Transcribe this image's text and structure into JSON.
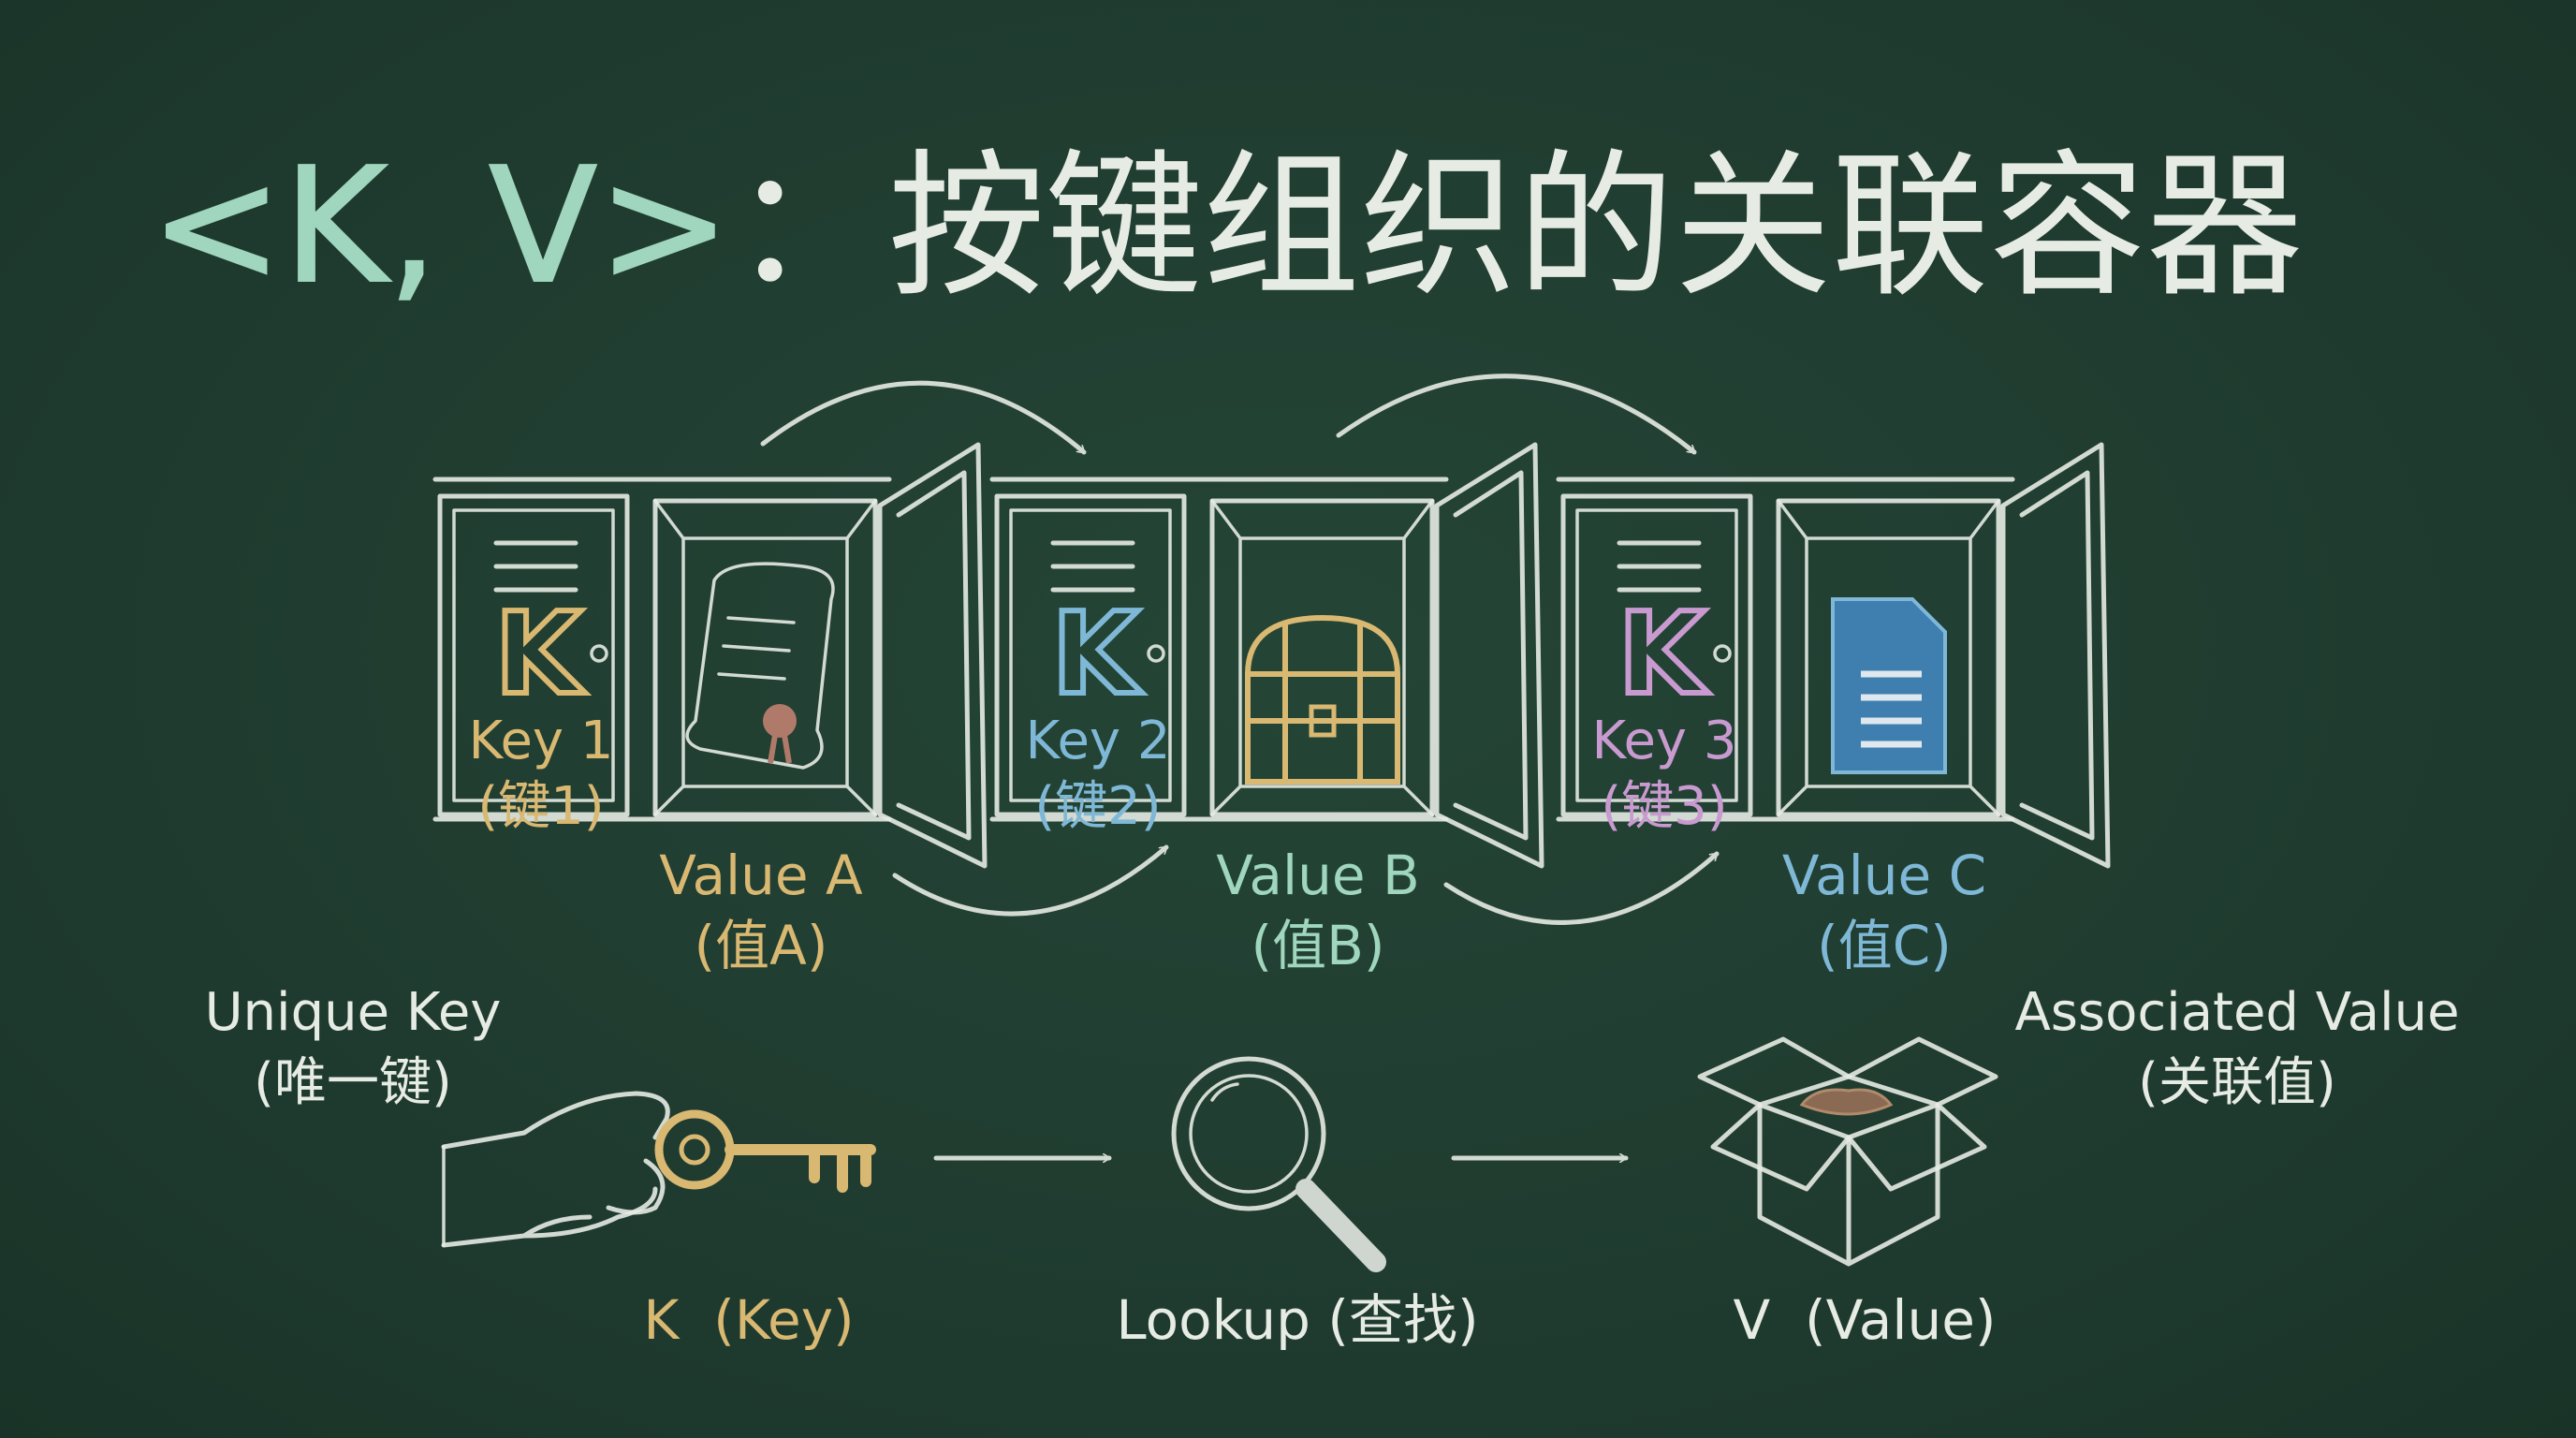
{
  "title": {
    "prefix": "<K, V>",
    "colon": "：",
    "main": "按键组织的关联容器"
  },
  "colors": {
    "background": "#1f3b2f",
    "chalk": "#e6ebe4",
    "mint": "#9fd6bd",
    "gold": "#d9b872",
    "blue": "#7fb8d6",
    "pink": "#c99ad0",
    "doc_blue": "#3f7fb0",
    "seal": "#b07a6a"
  },
  "lockers": [
    {
      "key_letter": "K",
      "key_label": "Key 1",
      "key_cn": "(键1)",
      "value_label": "Value A",
      "value_cn": "(值A)",
      "key_color": "#d9b872",
      "value_color": "#d9b872",
      "content_icon": "scroll-icon"
    },
    {
      "key_letter": "K",
      "key_label": "Key 2",
      "key_cn": "(键2)",
      "value_label": "Value B",
      "value_cn": "(值B)",
      "key_color": "#7fb8d6",
      "value_color": "#9fd6bd",
      "content_icon": "treasure-chest-icon"
    },
    {
      "key_letter": "K",
      "key_label": "Key 3",
      "key_cn": "(键3)",
      "value_label": "Value C",
      "value_cn": "(值C)",
      "key_color": "#c99ad0",
      "value_color": "#7fb8d6",
      "content_icon": "document-icon"
    }
  ],
  "bottom": {
    "unique_key": "Unique Key",
    "unique_key_cn": "(唯一键)",
    "associated_value": "Associated Value",
    "associated_value_cn": "(关联值)",
    "k_label": "K  (Key)",
    "lookup_label": "Lookup (查找)",
    "v_label": "V  (Value)"
  }
}
